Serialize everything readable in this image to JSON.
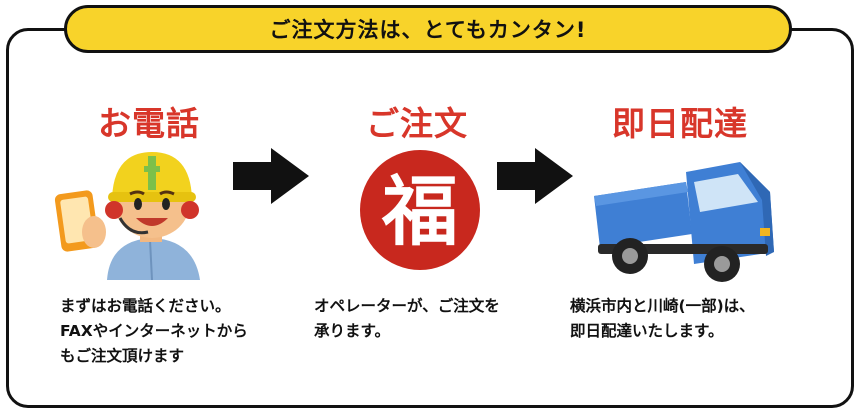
{
  "banner": {
    "title": "ご注文方法は、とてもカンタン!"
  },
  "steps": [
    {
      "title": "お電話",
      "desc": "まずはお電話ください。\nFAXやインターネットから\nもご注文頂けます"
    },
    {
      "title": "ご注文",
      "desc": "オペレーターが、ご注文を\n承ります。"
    },
    {
      "title": "即日配達",
      "desc": "横浜市内と川崎(一部)は、\n即日配達いたします。"
    }
  ],
  "seal": {
    "char": "福"
  },
  "icons": {
    "step1": "worker-with-tablet-icon",
    "step2": "fuku-seal-icon",
    "step3": "delivery-truck-icon",
    "arrows": "right-arrow-icon"
  },
  "colors": {
    "banner_bg": "#f8d32a",
    "title_red": "#d8362a",
    "seal_red": "#c8281e",
    "truck_blue": "#3f7fd4"
  }
}
